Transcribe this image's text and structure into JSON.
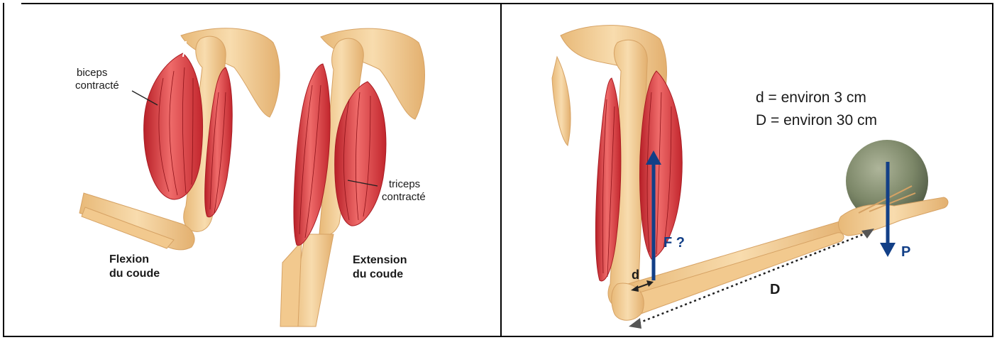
{
  "left_panel": {
    "biceps_label_1": "biceps",
    "biceps_label_2": "contracté",
    "triceps_label_1": "triceps",
    "triceps_label_2": "contracté",
    "flexion_label_1": "Flexion",
    "flexion_label_2": "du coude",
    "extension_label_1": "Extension",
    "extension_label_2": "du coude"
  },
  "right_panel": {
    "d_value_line": "d = environ 3 cm",
    "D_value_line": "D = environ 30 cm",
    "force_label": "F ?",
    "weight_label": "P",
    "small_d_label": "d",
    "big_D_label": "D"
  },
  "colors": {
    "bone": "#f4cf99",
    "bone_dark": "#d9a25f",
    "muscle": "#d8363c",
    "muscle_light": "#ef7a78",
    "arrow_blue": "#123f87",
    "ball": "#7f8a6e"
  }
}
